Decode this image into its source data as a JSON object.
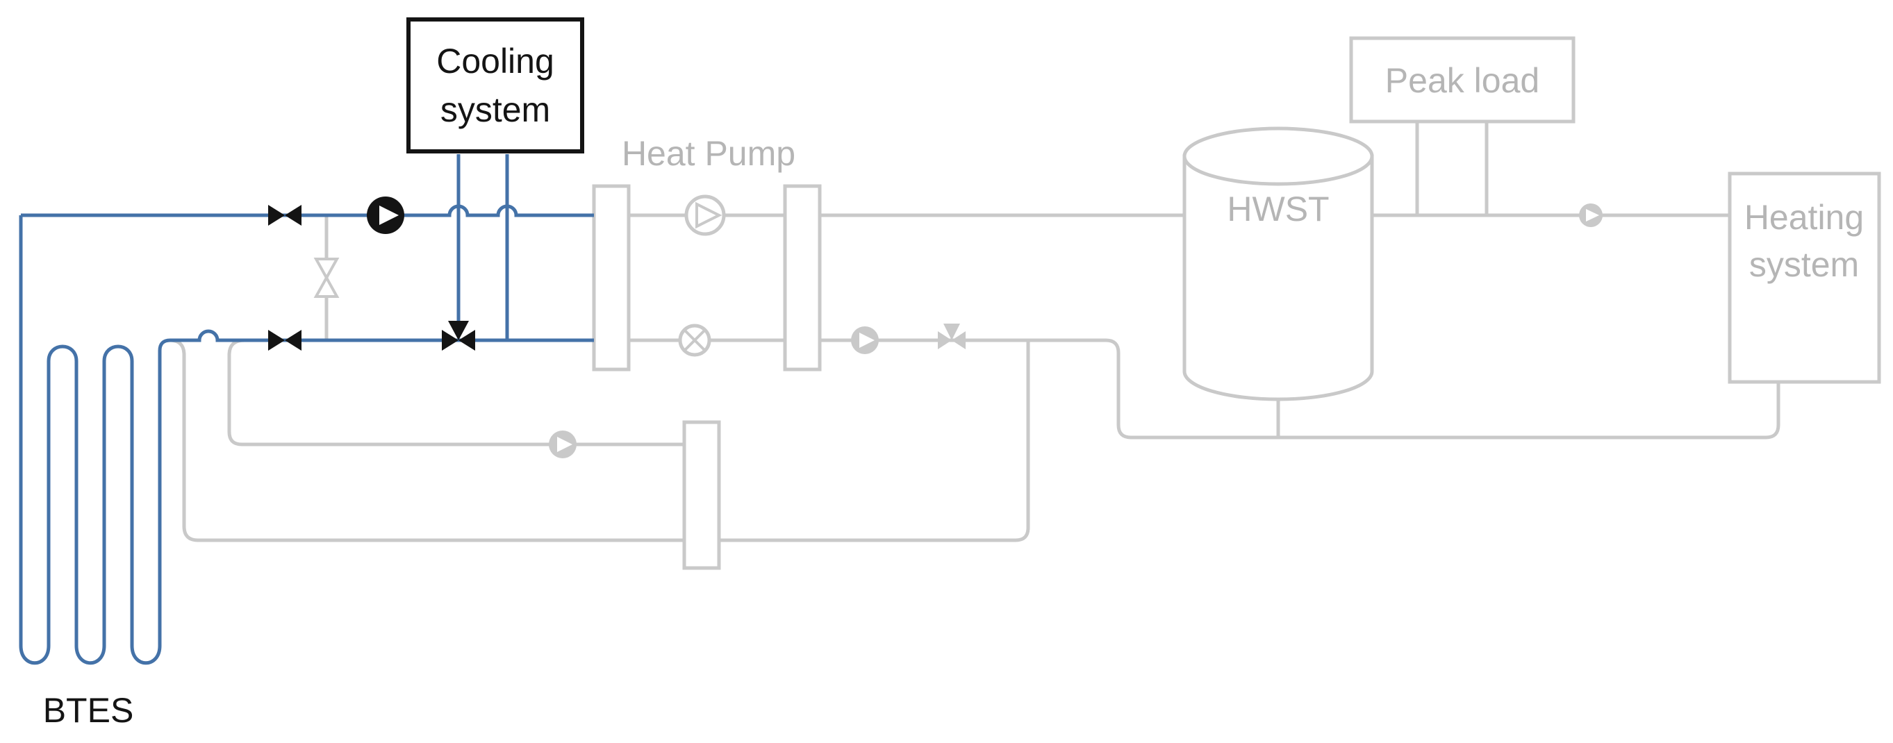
{
  "colors": {
    "pipe-active": "#4472a8",
    "component-active": "#141414",
    "pipe-inactive": "#c9c9c9",
    "label-inactive": "#b5b5b5",
    "background": "#ffffff"
  },
  "components": {
    "cooling_system": {
      "label_line1": "Cooling",
      "label_line2": "system"
    },
    "heat_pump": {
      "label": "Heat Pump"
    },
    "peak_load": {
      "label": "Peak load"
    },
    "hwst": {
      "label": "HWST"
    },
    "heating_system": {
      "label_line1": "Heating",
      "label_line2": "system"
    },
    "btes": {
      "label": "BTES"
    }
  },
  "icons": {
    "pump": "circle-with-triangle",
    "pump-running": "filled-black-circle-with-white-triangle",
    "shutoff-valve": "bowtie",
    "three-way-valve": "bowtie-with-top-triangle",
    "expansion-valve": "circle-with-diagonal-cross",
    "pipe-crossover": "semicircular-arc-hop",
    "heat-exchanger": "vertical-rectangle",
    "storage-tank": "cylinder",
    "borehole-field": "serpentine-u-tube-coil"
  }
}
